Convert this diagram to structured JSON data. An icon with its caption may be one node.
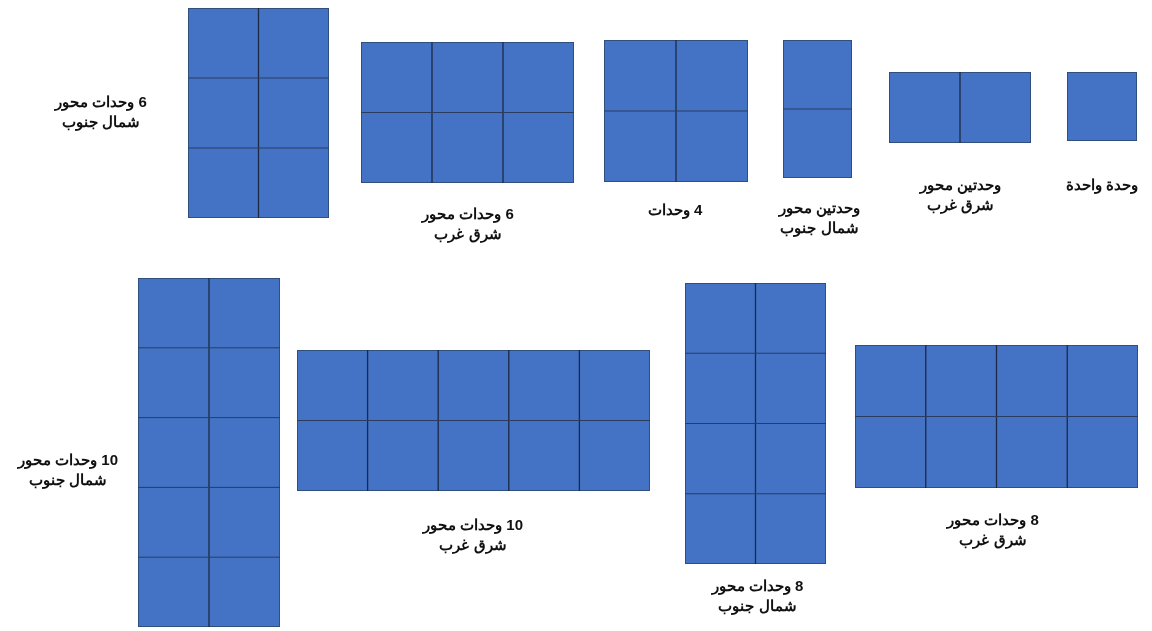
{
  "diagram": {
    "nodes": [
      {
        "text": [],
        "shape": "box",
        "beside": [
          "6 وحدات محور شمال جنوب"
        ]
      },
      {
        "text": [],
        "shape": "box",
        "beside": [
          "6 وحدات محور شرق غرب"
        ]
      },
      {
        "text": [],
        "shape": "box",
        "beside": [
          "4 وحدات"
        ]
      },
      {
        "text": [],
        "shape": "box",
        "beside": [
          "وحدتين محور شمال جنوب"
        ]
      },
      {
        "text": [],
        "shape": "box",
        "beside": [
          "وحدتين محور شرق غرب"
        ]
      },
      {
        "text": [],
        "shape": "box",
        "beside": [
          "وحدة واحدة"
        ]
      },
      {
        "text": [],
        "shape": "box",
        "beside": [
          "10 وحدات محور شمال جنوب"
        ]
      },
      {
        "text": [],
        "shape": "box",
        "beside": [
          "10 وحدات محور شرق غرب"
        ]
      },
      {
        "text": [],
        "shape": "box",
        "beside": [
          "8 وحدات محور شمال جنوب"
        ]
      },
      {
        "text": [],
        "shape": "box",
        "beside": [
          "8 وحدات محور شرق غرب"
        ]
      }
    ]
  }
}
